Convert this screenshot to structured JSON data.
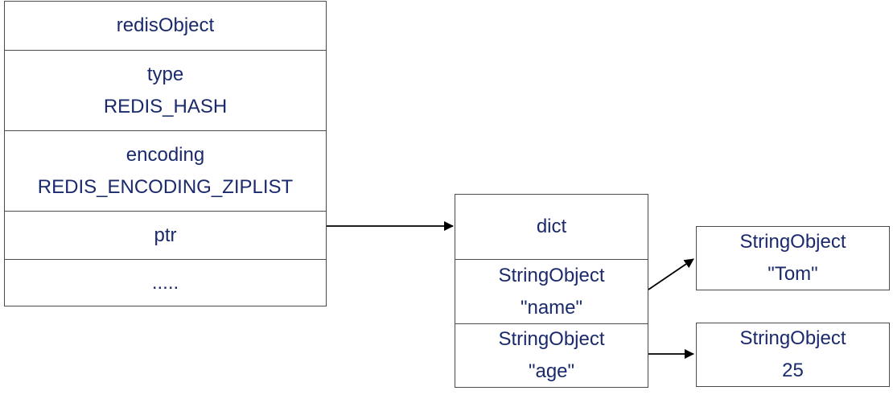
{
  "redis_object": {
    "title": "redisObject",
    "type_label": "type",
    "type_value": "REDIS_HASH",
    "encoding_label": "encoding",
    "encoding_value": "REDIS_ENCODING_ZIPLIST",
    "ptr_label": "ptr",
    "more_label": "....."
  },
  "dict": {
    "title": "dict",
    "entries": [
      {
        "kind": "StringObject",
        "value": "\"name\""
      },
      {
        "kind": "StringObject",
        "value": "\"age\""
      }
    ]
  },
  "values": [
    {
      "kind": "StringObject",
      "value": "\"Tom\""
    },
    {
      "kind": "StringObject",
      "value": "25"
    }
  ],
  "colors": {
    "text": "#1a2a6c",
    "border": "#4a4a4a",
    "arrow": "#000000"
  }
}
